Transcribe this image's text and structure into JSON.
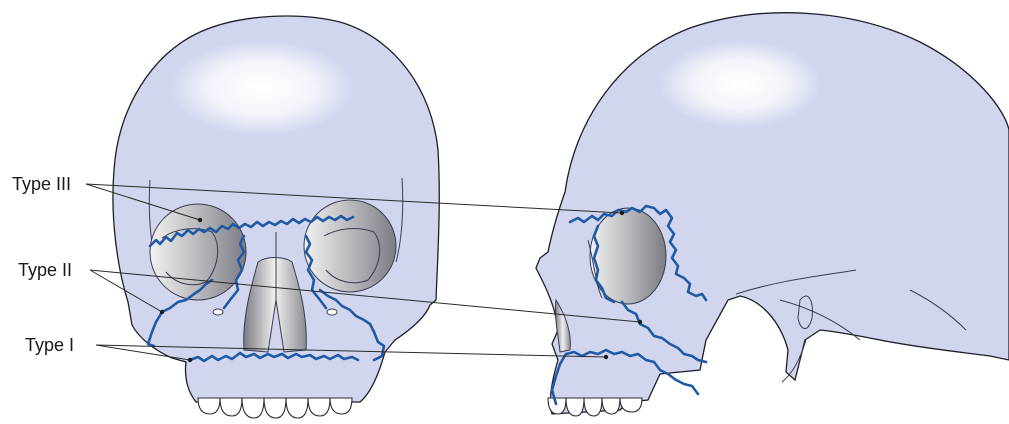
{
  "labels": {
    "type_iii": "Type III",
    "type_ii": "Type II",
    "type_i": "Type I"
  },
  "colors": {
    "skull_fill": "#d1d6ee",
    "fracture_line": "#1f5aa7",
    "outline": "#1e1e2a"
  }
}
